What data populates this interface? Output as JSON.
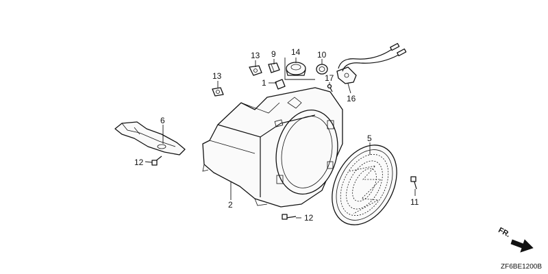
{
  "diagram": {
    "callouts": [
      {
        "id": "c13a",
        "text": "13"
      },
      {
        "id": "c9",
        "text": "9"
      },
      {
        "id": "c14",
        "text": "14"
      },
      {
        "id": "c10",
        "text": "10"
      },
      {
        "id": "c13b",
        "text": "13"
      },
      {
        "id": "c1",
        "text": "1"
      },
      {
        "id": "c17",
        "text": "17"
      },
      {
        "id": "c16",
        "text": "16"
      },
      {
        "id": "c6",
        "text": "6"
      },
      {
        "id": "c5",
        "text": "5"
      },
      {
        "id": "c12a",
        "text": "12"
      },
      {
        "id": "c2",
        "text": "2"
      },
      {
        "id": "c11",
        "text": "11"
      },
      {
        "id": "c12b",
        "text": "12"
      }
    ],
    "direction_label": "FR.",
    "drawing_code": "ZF6BE1200B"
  }
}
